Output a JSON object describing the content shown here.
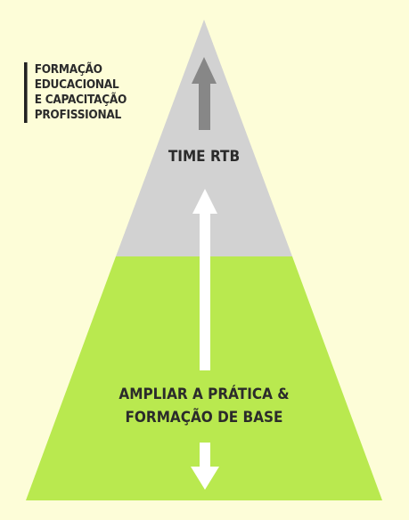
{
  "side_note": {
    "lines": [
      "FORMAÇÃO",
      "EDUCACIONAL",
      "E CAPACITAÇÃO",
      "PROFISSIONAL"
    ]
  },
  "pyramid": {
    "top_tier_label": "TIME RTB",
    "base_tier_label_lines": [
      "AMPLIAR A PRÁTICA &",
      "FORMAÇÃO DE BASE"
    ]
  },
  "colors": {
    "background": "#FDFDD8",
    "top_tier": "#D2D2D2",
    "base_tier": "#B9E94F",
    "arrow_up_top": "#878787",
    "arrow_white": "#FFFFFF",
    "text": "#2B2B2B"
  }
}
